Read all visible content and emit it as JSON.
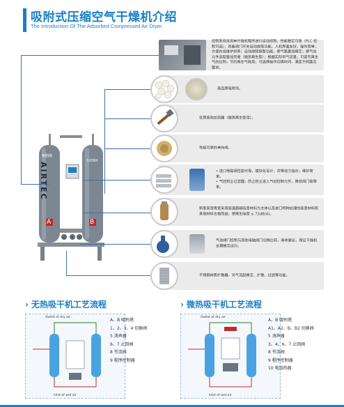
{
  "header": {
    "title_cn": "吸附式压缩空气干燥机介绍",
    "title_en": "The Introduction Of The Adsorbed Compressed Air Dryer"
  },
  "machine": {
    "brand": "AIRTEC",
    "tower_a": "A",
    "tower_b": "B",
    "tower_label_left": "吸附塔",
    "tower_label_right": "100NX"
  },
  "features": [
    {
      "icon": "controller-photo-icon",
      "text": "控制系统采用单片微机程序进行自动控制，性能稳定可靠（PLC 控制可选）；具备阀门开关自动故障功能，人机界面友好，操作简单，方便在线维护供养；自动故障报警功能，使气路更加稳定；使气动元件选型更加完善（微热再生型）；根据实际供气流量，可调节再生气的比例，节约再生气耗用；可选择操作切换时间，满足不同露点要求。"
    },
    {
      "icon": "desiccant-beads-icon",
      "text": "高品质吸附剂。"
    },
    {
      "icon": "heater-icon",
      "text": "优质高效加热器（微热再生型用）。"
    },
    {
      "icon": "check-valve-icon",
      "text": "性能可靠的单向阀。"
    },
    {
      "icon": "filter-valve-icon",
      "text": "• 进口电磁阀性能可靠，模块化设计，并带动力指示，维护简单。\n• 气控粉尘过滤器，防止粉尘进入气动控制元件，降低阀门故障率。"
    },
    {
      "icon": "muffler-icon",
      "text": "新型高音降音采用高温超能吸音材料为主体以及进口特种处理的高音材料和其他材料合格而成，使再生噪音 ≤ 72dB(A)。"
    },
    {
      "icon": "butterfly-valve-icon",
      "text": "气动阀门控制与其他电磁阀门切换比较，寿命更长，保证干燥机长期稳定运行。"
    },
    {
      "icon": "stainless-filter-icon",
      "text": "不锈钢材质扩散器，对气流起稳定、扩散、过滤等功能。"
    }
  ],
  "sections": {
    "left": {
      "title": "无热吸干机工艺流程",
      "diagram_top": "Outlet of dry air",
      "diagram_bottom": "Inlet of wet air",
      "legend": [
        "A、B 吸附塔",
        "1、2、3、4 切换阀",
        "5 消声器",
        "6、7 止回阀",
        "8 节流阀",
        "9 程序控制器"
      ]
    },
    "right": {
      "title": "微热吸干机工艺流程",
      "diagram_top": "Outlet of dry air",
      "diagram_bottom": "Inlet of wet air",
      "legend": [
        "A、B 吸附塔",
        "A1、A2、B、B2 切换阀",
        "5 消声器",
        "3、4、6、7 止回阀",
        "8 节流阀",
        "9 程序控制器",
        "10 电加热器"
      ]
    }
  },
  "colors": {
    "accent": "#1a7fc4",
    "line": "#3f6fa8",
    "row_bg": "#ebebec"
  }
}
